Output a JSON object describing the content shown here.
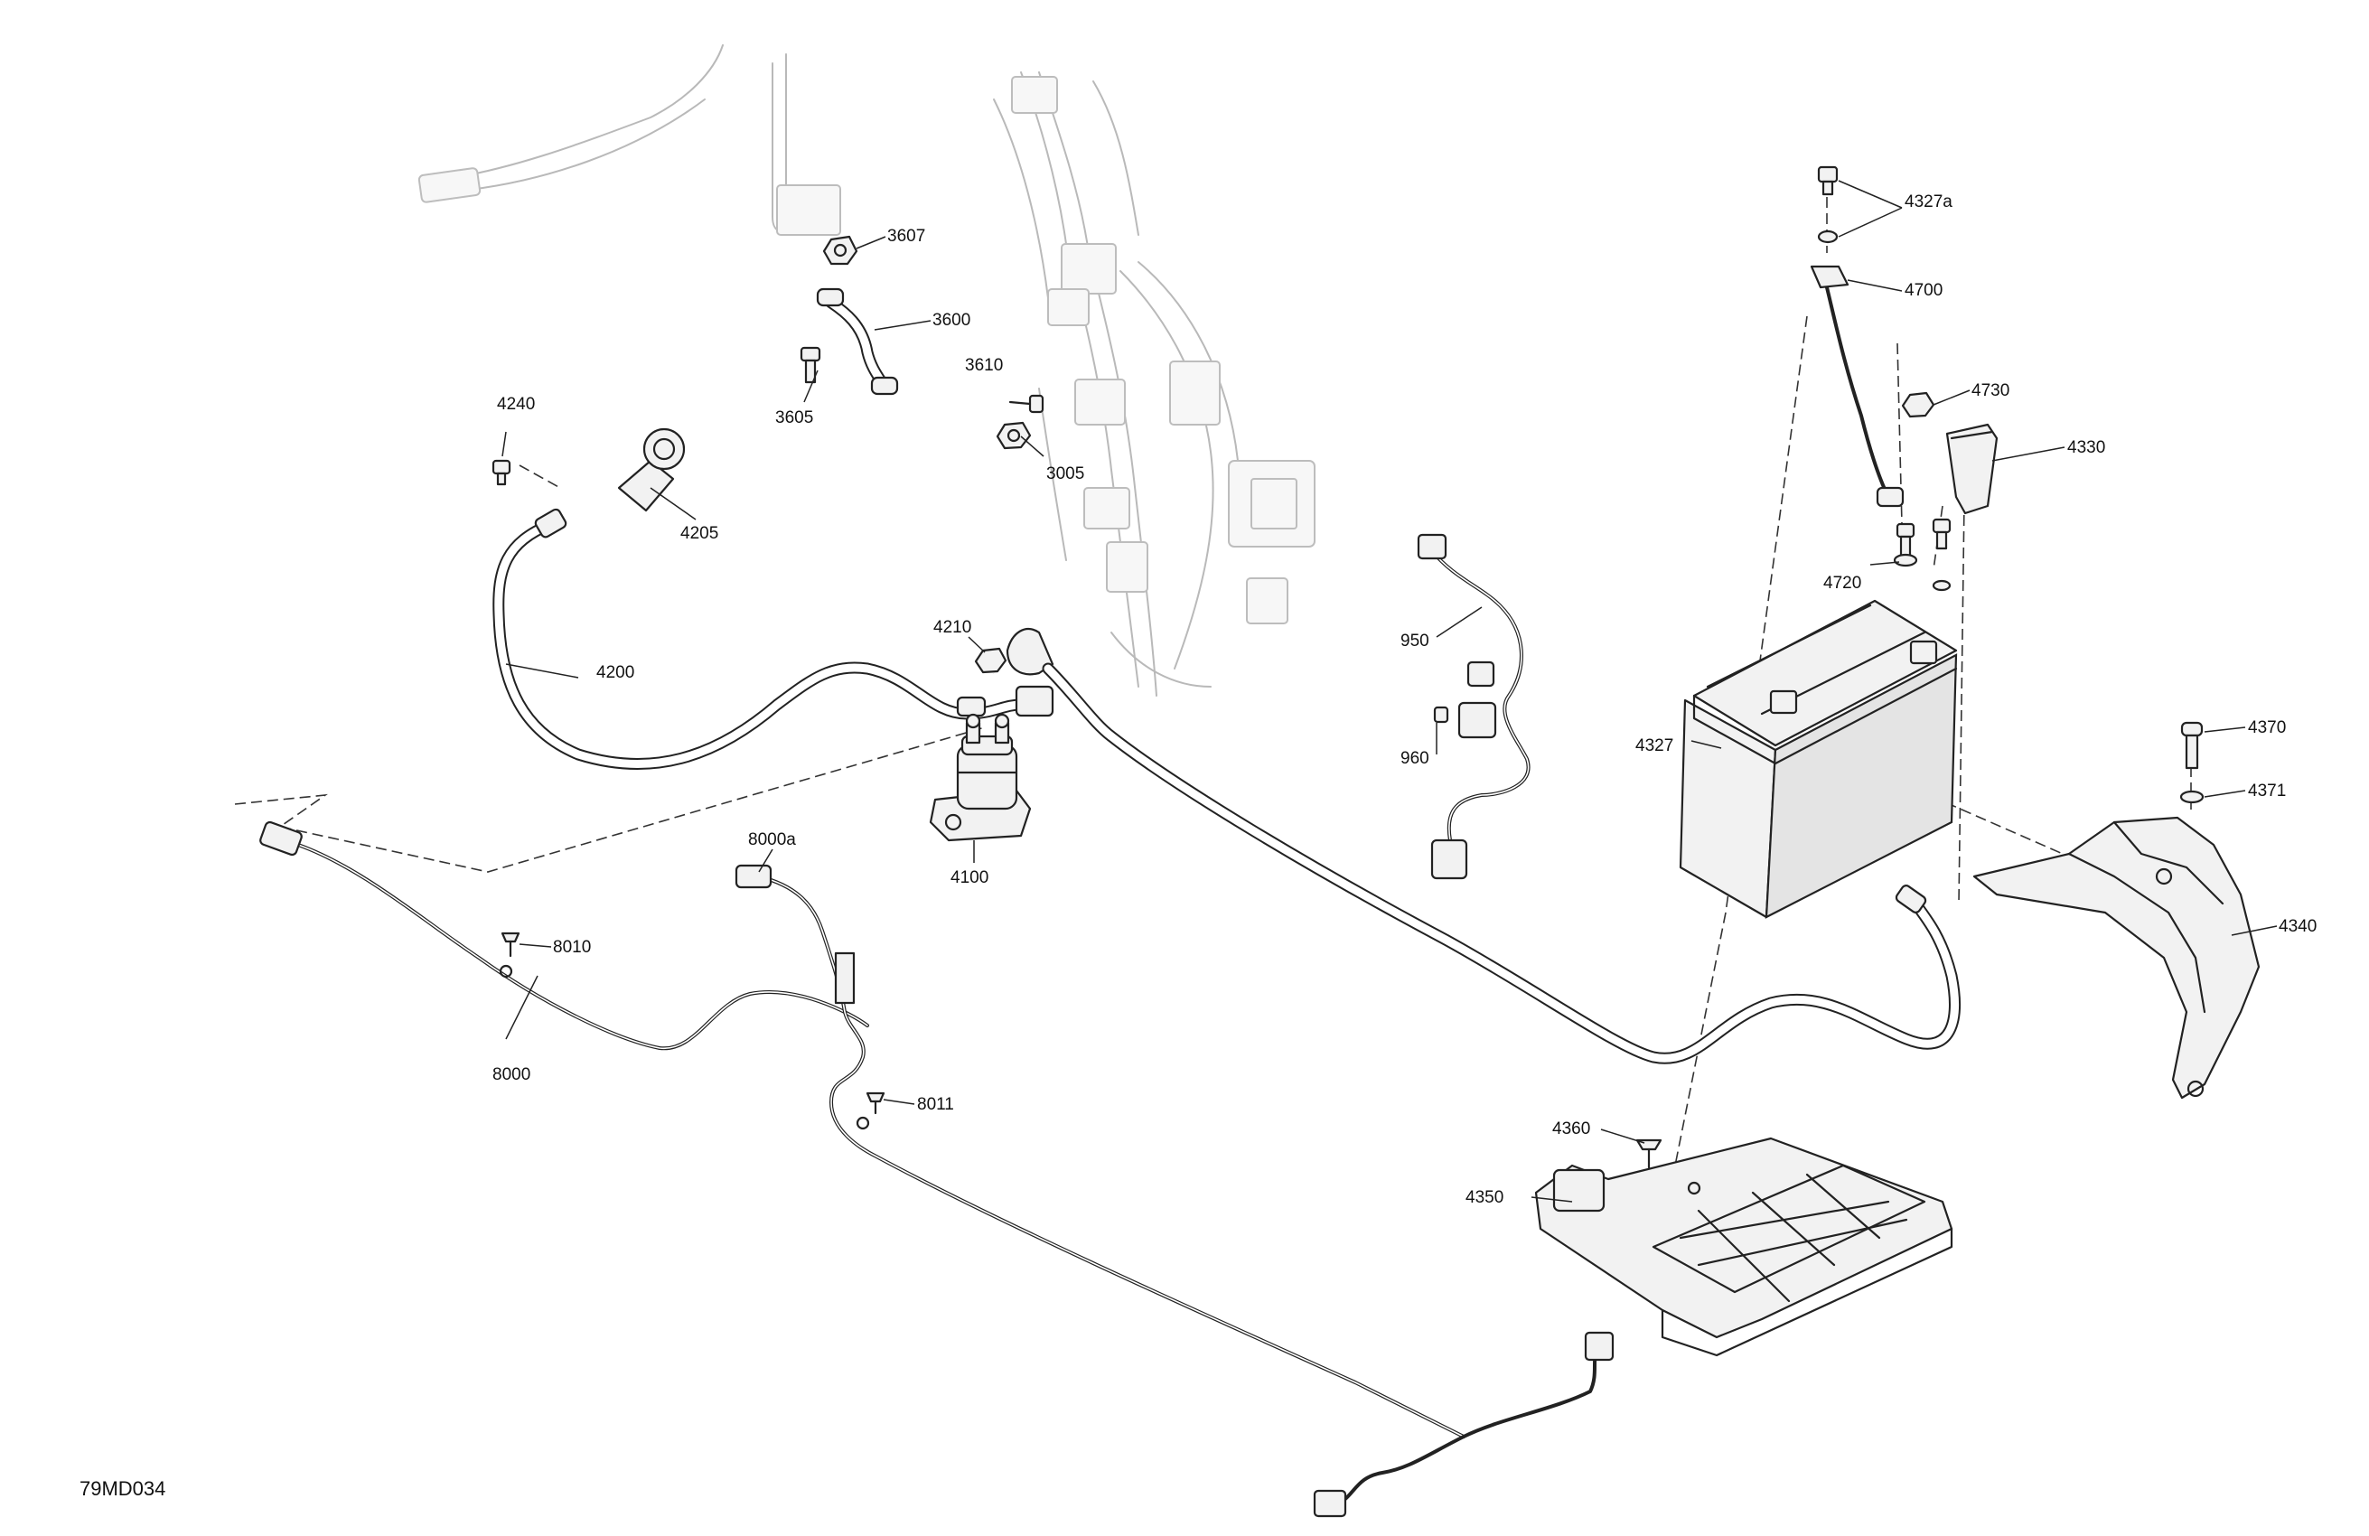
{
  "diagram_id": "79MD034",
  "callouts": {
    "c3607": "3607",
    "c3600": "3600",
    "c3610": "3610",
    "c3605": "3605",
    "c3005": "3005",
    "c4240": "4240",
    "c4205": "4205",
    "c4200": "4200",
    "c4210": "4210",
    "c4100": "4100",
    "c950": "950",
    "c960": "960",
    "c4327a": "4327a",
    "c4700": "4700",
    "c4730": "4730",
    "c4330": "4330",
    "c4720": "4720",
    "c4327": "4327",
    "c4370": "4370",
    "c4371": "4371",
    "c4340": "4340",
    "c4360": "4360",
    "c4350": "4350",
    "c8000a": "8000a",
    "c8010": "8010",
    "c8000": "8000",
    "c8011": "8011"
  }
}
